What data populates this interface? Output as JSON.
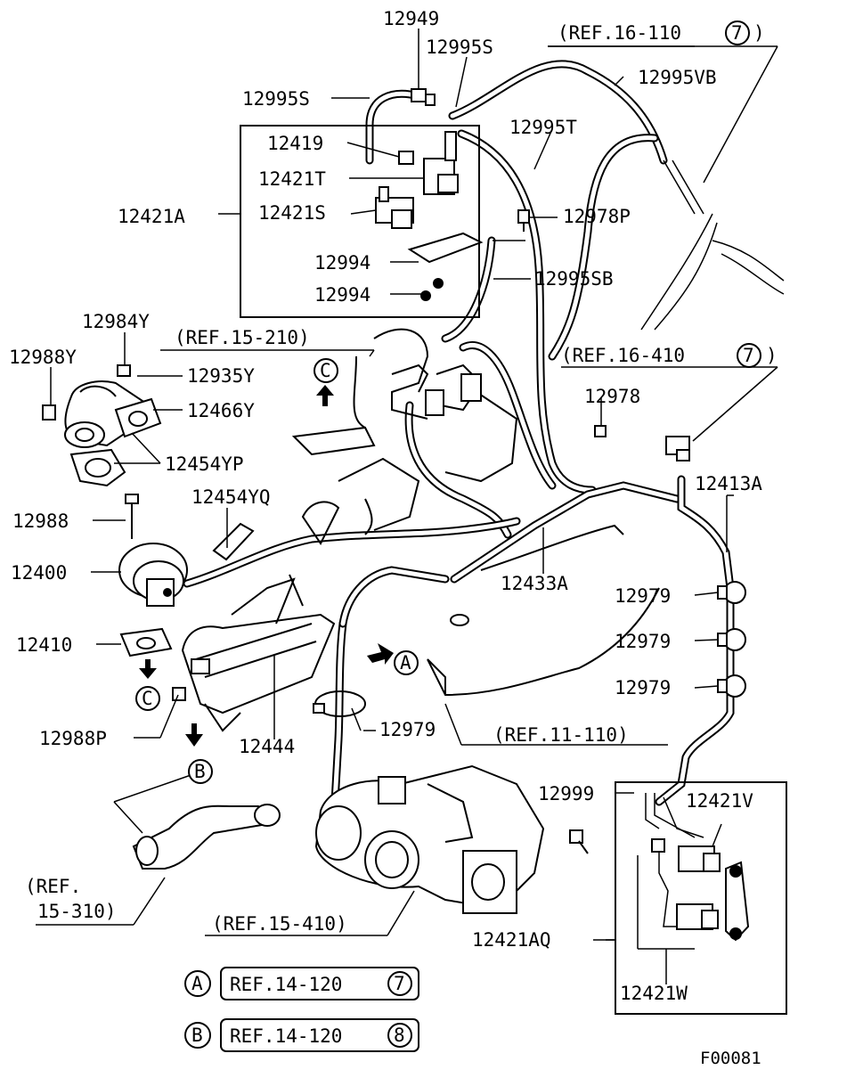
{
  "diagram": {
    "figure_code": "F00081",
    "callouts": {
      "c12949": "12949",
      "c12995S_a": "12995S",
      "c12995S_b": "12995S",
      "c12995VB": "12995VB",
      "c12995T": "12995T",
      "c12419": "12419",
      "c12421T": "12421T",
      "c12421S": "12421S",
      "c12421A": "12421A",
      "c12978P": "12978P",
      "c12994_a": "12994",
      "c12994_b": "12994",
      "c12995SB": "12995SB",
      "c12984Y": "12984Y",
      "c12988Y": "12988Y",
      "c12935Y": "12935Y",
      "c12466Y": "12466Y",
      "c12454YP": "12454YP",
      "c12454YQ": "12454YQ",
      "c12978": "12978",
      "c12413A": "12413A",
      "c12988": "12988",
      "c12400": "12400",
      "c12433A": "12433A",
      "c12979_a": "12979",
      "c12979_b": "12979",
      "c12979_c": "12979",
      "c12979_d": "12979",
      "c12410": "12410",
      "c12988P": "12988P",
      "c12444": "12444",
      "c12999": "12999",
      "c12421V": "12421V",
      "c12421AQ": "12421AQ",
      "c12421W": "12421W"
    },
    "references": {
      "r16_110": "(REF.16-110",
      "r16_110_num": "7",
      "r15_210": "(REF.15-210)",
      "r16_410": "(REF.16-410",
      "r16_410_num": "7",
      "r11_110": "(REF.11-110)",
      "r15_310_a": "(REF.",
      "r15_310_b": "15-310)",
      "r15_410": "(REF.15-410)"
    },
    "markers": {
      "C": "C",
      "A": "A",
      "B": "B"
    },
    "legend": [
      {
        "marker": "A",
        "text": "REF.14-120",
        "num": "7"
      },
      {
        "marker": "B",
        "text": "REF.14-120",
        "num": "8"
      }
    ]
  }
}
